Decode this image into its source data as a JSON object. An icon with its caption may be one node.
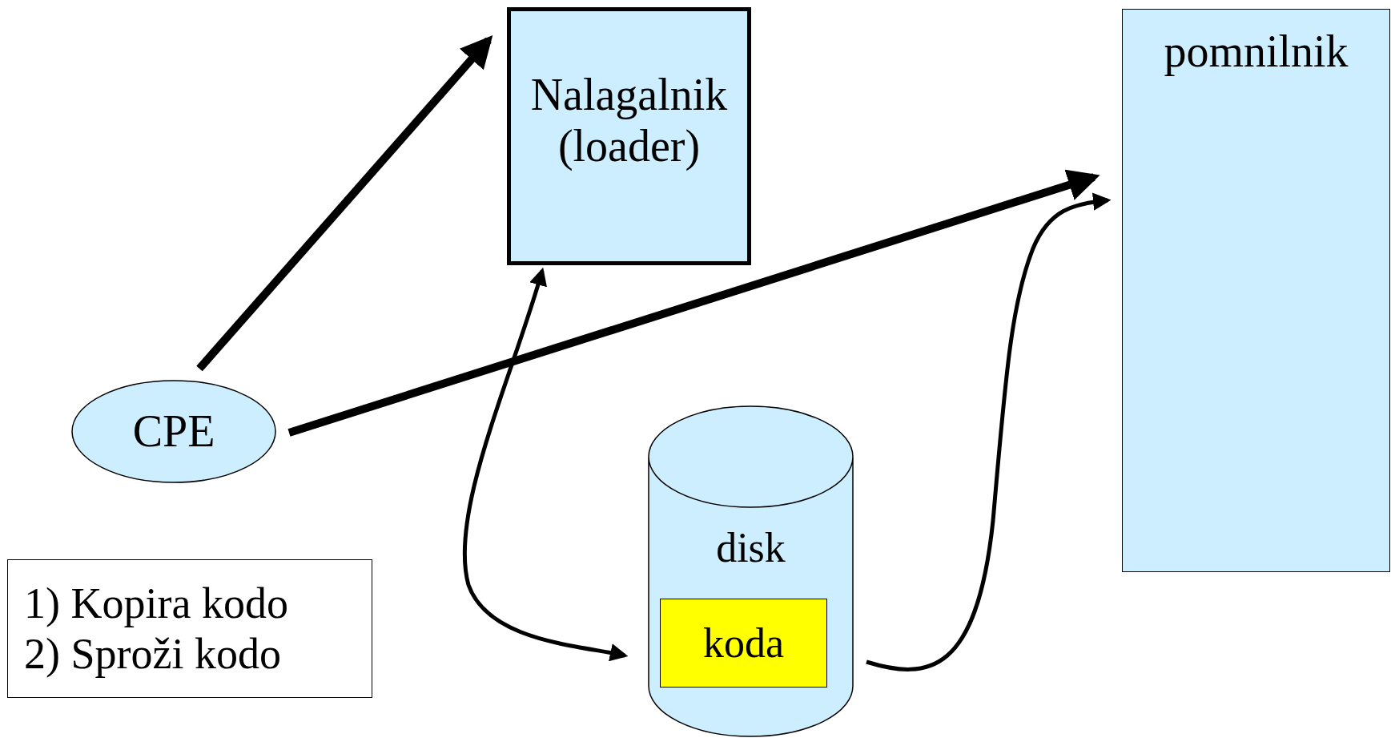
{
  "diagram": {
    "nodes": [
      {
        "text": [
          "Nalagalnik (loader)"
        ]
      },
      {
        "text": [
          "pomnilnik"
        ]
      },
      {
        "text": [
          "CPE"
        ]
      },
      {
        "text": [
          "disk"
        ]
      },
      {
        "text": [
          "koda"
        ],
        "in": 3
      },
      {
        "text": [
          "1) Kopira kodo",
          "2) Sproži kodo"
        ]
      }
    ],
    "edges": [
      {
        "from": 2,
        "to": 0,
        "arrow": "to",
        "style": "thick"
      },
      {
        "from": 2,
        "to": 1,
        "arrow": "to",
        "style": "thick"
      },
      {
        "from": 0,
        "to": 3,
        "arrow": "both"
      },
      {
        "from": 4,
        "to": 1,
        "arrow": "to"
      }
    ]
  }
}
